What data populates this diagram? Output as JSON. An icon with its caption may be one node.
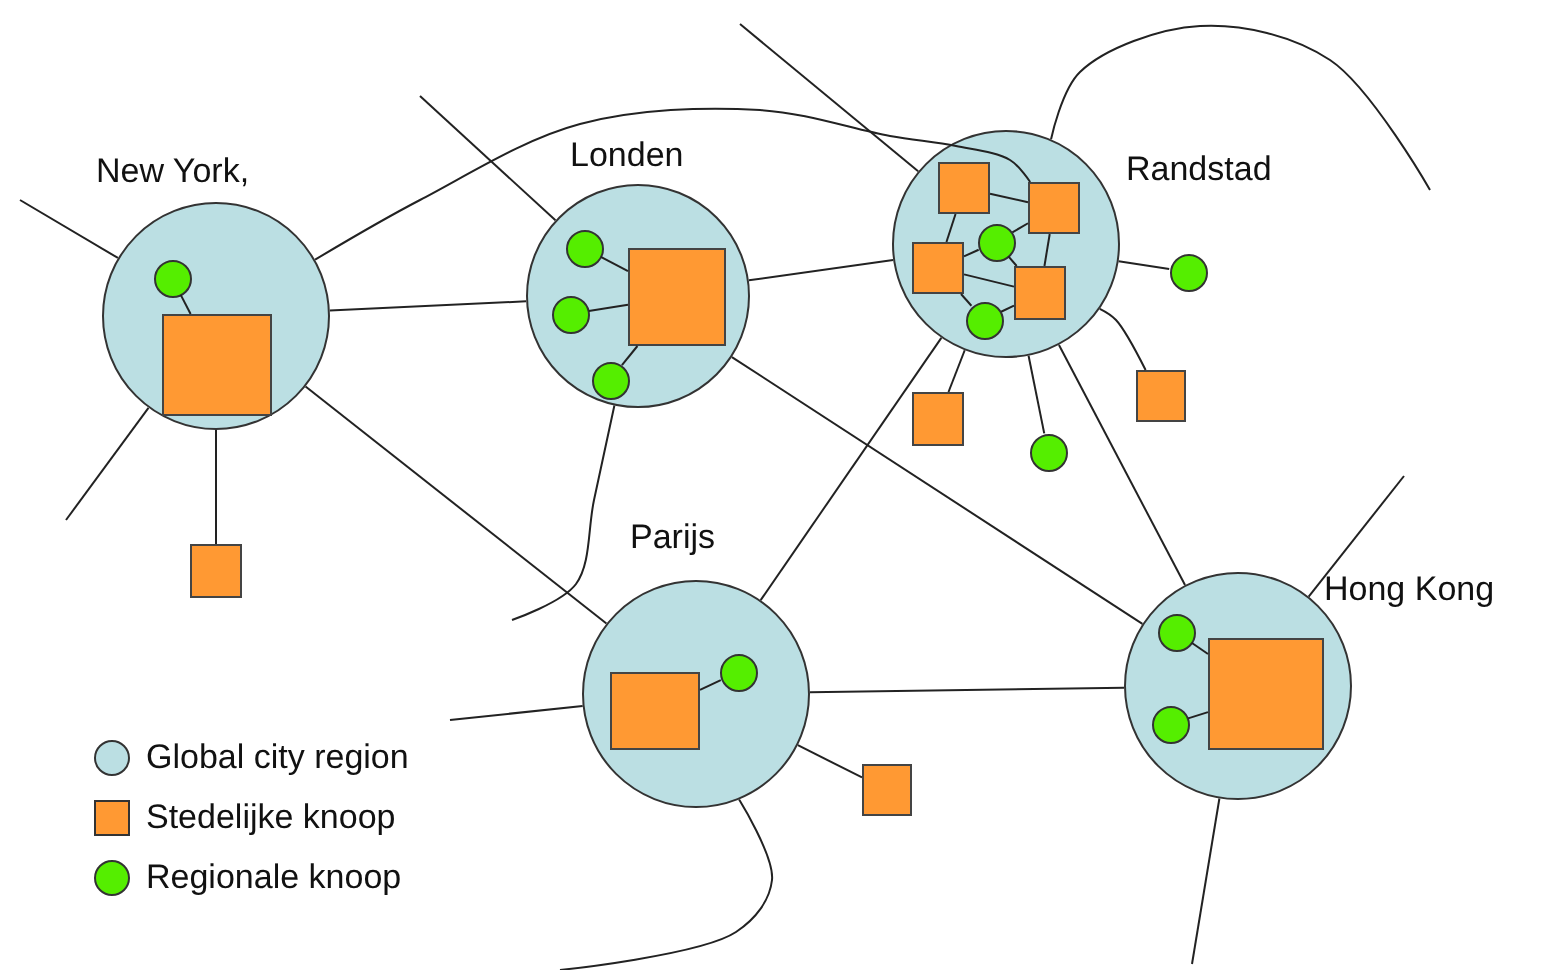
{
  "diagram": {
    "nodes": [
      {
        "text": [
          "New York,"
        ]
      },
      {
        "text": [],
        "shape": "circle",
        "in": 0
      },
      {
        "text": [],
        "shape": "box",
        "in": 0
      },
      {
        "text": [
          "Londen"
        ]
      },
      {
        "text": [],
        "shape": "circle",
        "in": 3
      },
      {
        "text": [],
        "shape": "circle",
        "in": 3
      },
      {
        "text": [],
        "shape": "circle",
        "in": 3
      },
      {
        "text": [],
        "shape": "box",
        "in": 3
      },
      {
        "text": [
          "Randstad"
        ]
      },
      {
        "text": [],
        "shape": "box",
        "in": 8
      },
      {
        "text": [],
        "shape": "box",
        "in": 8
      },
      {
        "text": [],
        "shape": "box",
        "in": 8
      },
      {
        "text": [],
        "shape": "circle",
        "in": 8
      },
      {
        "text": [],
        "shape": "box",
        "in": 8
      },
      {
        "text": [],
        "shape": "circle",
        "in": 8
      },
      {
        "text": [],
        "shape": "circle"
      },
      {
        "text": [],
        "shape": "box"
      },
      {
        "text": [],
        "shape": "box"
      },
      {
        "text": [],
        "shape": "circle"
      },
      {
        "text": [],
        "shape": "box"
      },
      {
        "text": [
          "Parijs"
        ]
      },
      {
        "text": [],
        "shape": "box",
        "in": 20
      },
      {
        "text": [],
        "shape": "circle",
        "in": 20
      },
      {
        "text": [
          "Hong Kong"
        ]
      },
      {
        "text": [],
        "shape": "circle",
        "in": 23
      },
      {
        "text": [],
        "shape": "circle",
        "in": 23
      },
      {
        "text": [],
        "shape": "box",
        "in": 23
      },
      {
        "text": [],
        "shape": "box"
      }
    ],
    "edges": [
      {
        "from": 1,
        "to": 2,
        "arrow": "none"
      },
      {
        "from": 0,
        "to": 3,
        "arrow": "none"
      },
      {
        "from": 0,
        "to": 20,
        "arrow": "none"
      },
      {
        "from": 0,
        "to": 19,
        "arrow": "none"
      },
      {
        "from": null,
        "to": 0,
        "arrow": "none"
      },
      {
        "from": null,
        "to": 0,
        "arrow": "none"
      },
      {
        "from": 0,
        "to": 10,
        "arrow": "none"
      },
      {
        "from": 4,
        "to": 7,
        "arrow": "none"
      },
      {
        "from": 5,
        "to": 7,
        "arrow": "none"
      },
      {
        "from": 6,
        "to": 7,
        "arrow": "none"
      },
      {
        "from": null,
        "to": 3,
        "arrow": "none"
      },
      {
        "from": 3,
        "to": 8,
        "arrow": "none"
      },
      {
        "from": 3,
        "to": null,
        "arrow": "none"
      },
      {
        "from": 3,
        "to": 23,
        "arrow": "none"
      },
      {
        "from": null,
        "to": 8,
        "arrow": "none"
      },
      {
        "from": 8,
        "to": null,
        "arrow": "none"
      },
      {
        "from": 9,
        "to": 10,
        "arrow": "none"
      },
      {
        "from": 9,
        "to": 11,
        "arrow": "none"
      },
      {
        "from": 10,
        "to": 12,
        "arrow": "none"
      },
      {
        "from": 10,
        "to": 13,
        "arrow": "none"
      },
      {
        "from": 11,
        "to": 12,
        "arrow": "none"
      },
      {
        "from": 11,
        "to": 13,
        "arrow": "none"
      },
      {
        "from": 12,
        "to": 13,
        "arrow": "none"
      },
      {
        "from": 13,
        "to": 14,
        "arrow": "none"
      },
      {
        "from": 11,
        "to": 14,
        "arrow": "none"
      },
      {
        "from": 8,
        "to": 15,
        "arrow": "none"
      },
      {
        "from": 8,
        "to": 16,
        "arrow": "none"
      },
      {
        "from": 8,
        "to": 17,
        "arrow": "none"
      },
      {
        "from": 8,
        "to": 18,
        "arrow": "none"
      },
      {
        "from": 8,
        "to": 20,
        "arrow": "none"
      },
      {
        "from": 8,
        "to": 23,
        "arrow": "none"
      },
      {
        "from": 21,
        "to": 22,
        "arrow": "none"
      },
      {
        "from": 20,
        "to": 23,
        "arrow": "none"
      },
      {
        "from": 20,
        "to": 27,
        "arrow": "none"
      },
      {
        "from": null,
        "to": 20,
        "arrow": "none"
      },
      {
        "from": 20,
        "to": null,
        "arrow": "none"
      },
      {
        "from": 23,
        "to": null,
        "arrow": "none"
      },
      {
        "from": 23,
        "to": null,
        "arrow": "none"
      },
      {
        "from": 24,
        "to": 26,
        "arrow": "none"
      },
      {
        "from": 25,
        "to": 26,
        "arrow": "none"
      }
    ],
    "legend": [
      {
        "text": "Global city region",
        "color": "#bbdfe3"
      },
      {
        "text": "Stedelijke knoop",
        "color": "#ff9933"
      },
      {
        "text": "Regionale knoop",
        "color": "#55ee00"
      }
    ]
  }
}
